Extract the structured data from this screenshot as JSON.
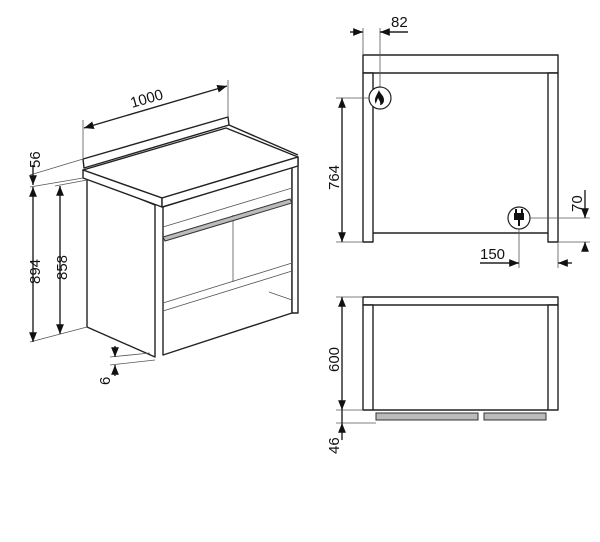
{
  "dimensions": {
    "width": "1000",
    "backsplash_height": "56",
    "total_height": "894",
    "worktop_height": "858",
    "foot_height": "6",
    "gas_offset_side": "82",
    "gas_height": "764",
    "plug_height": "70",
    "plug_offset_side": "150",
    "depth": "600",
    "rail_depth": "46"
  },
  "icons": [
    "gas-flame-icon",
    "electric-plug-icon"
  ]
}
